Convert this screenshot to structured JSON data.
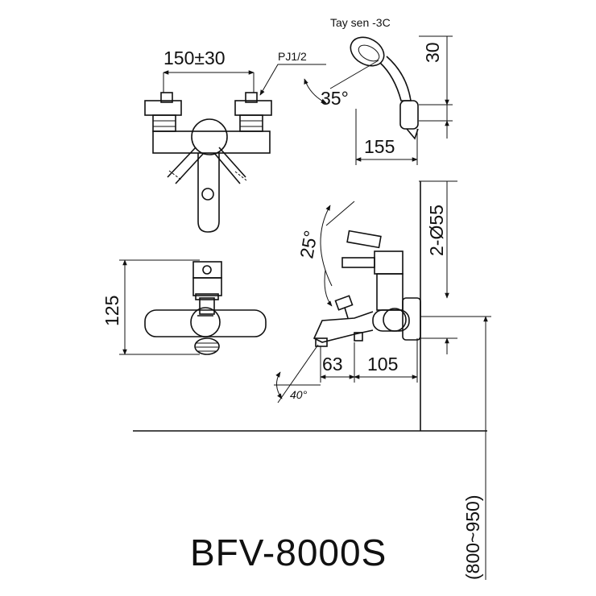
{
  "labels": {
    "shower_head": "Tay sen -3C",
    "width_150": "150±30",
    "thread": "PJ1/2",
    "angle_35": "35°",
    "dim_30": "30",
    "dim_155": "155",
    "angle_25": "25°",
    "diameter_55": "2-Ø55",
    "height_125": "125",
    "dim_63": "63",
    "dim_105": "105",
    "angle_40": "40°",
    "mount_height": "(800~950)",
    "model": "BFV-8000S"
  },
  "colors": {
    "line": "#111111",
    "background": "#ffffff"
  }
}
